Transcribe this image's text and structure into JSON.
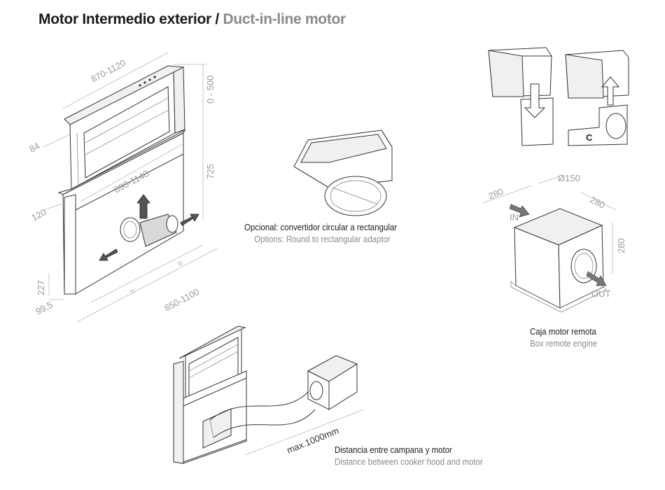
{
  "title": {
    "es": "Motor Intermedio exterior",
    "separator": "/",
    "en": "Duct-in-line motor"
  },
  "main_diagram": {
    "dimensions": {
      "width_top": "870-1120",
      "lift": "0 - 500",
      "depth_top": "84",
      "height": "725",
      "inner_width": "898-1148",
      "depth_side": "120",
      "bottom_height": "227",
      "bottom_depth": "99,5",
      "equal_left": "=",
      "equal_right": "=",
      "base_width": "850-1100"
    }
  },
  "adaptor": {
    "label_es": "Opcional: convertidor circular a rectangular",
    "label_en": "Options: Round to rectangular adaptor"
  },
  "remote_box": {
    "dimensions": {
      "width": "280",
      "diameter": "Ø150",
      "depth": "280",
      "height": "280"
    },
    "in_label": "IN",
    "out_label": "OUT",
    "label_es": "Caja motor remota",
    "label_en": "Box remote engine",
    "detail_label": "C"
  },
  "distance": {
    "max_label": "max.1000mm",
    "label_es": "Distancia entre campana y motor",
    "label_en": "Distance between cooker hood and motor"
  }
}
